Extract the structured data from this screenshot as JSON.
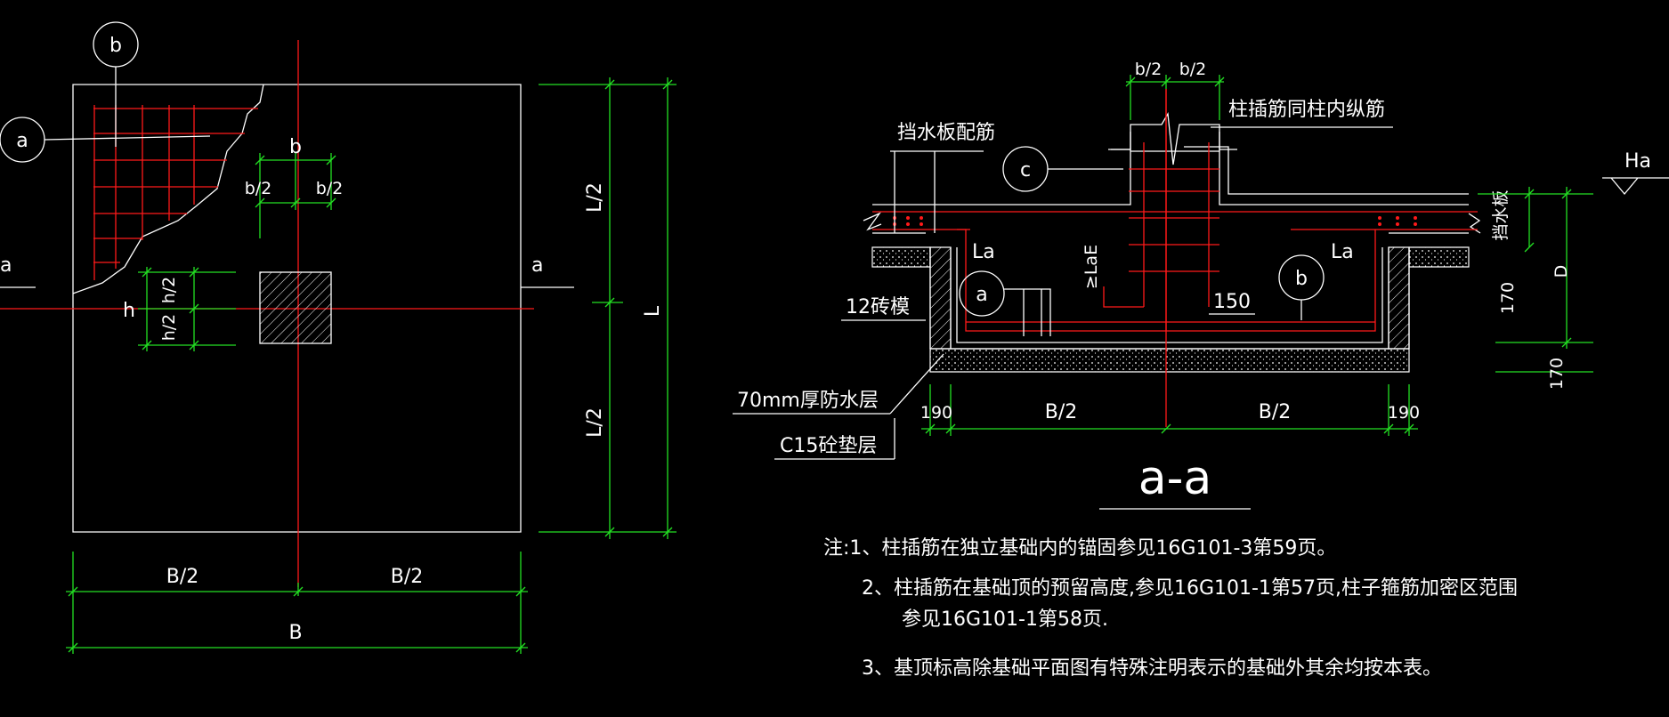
{
  "plan": {
    "callout_a": "a",
    "callout_b": "b",
    "section_mark_left": "a",
    "section_mark_right": "a",
    "dim_b": "b",
    "dim_b_half_left": "b/2",
    "dim_b_half_right": "b/2",
    "dim_h": "h",
    "dim_h_half_top": "h/2",
    "dim_h_half_bottom": "h/2",
    "dim_L": "L",
    "dim_L_half_top": "L/2",
    "dim_L_half_bottom": "L/2",
    "dim_B": "B",
    "dim_B_half_left": "B/2",
    "dim_B_half_right": "B/2"
  },
  "section": {
    "top_b_half_left": "b/2",
    "top_b_half_right": "b/2",
    "label_column_dowels": "柱插筋同柱内纵筋",
    "label_water_stop": "挡水板配筋",
    "callout_c": "c",
    "label_Ha": "Ha",
    "label_stop_plate": "挡水板",
    "dim_D": "D",
    "dim_170_a": "170",
    "dim_170_b": "170",
    "label_La_left": "La",
    "label_La_right": "La",
    "label_LaE": "≥LaE",
    "dim_150": "150",
    "callout_a": "a",
    "callout_b": "b",
    "label_brick": "12砖模",
    "label_waterproof": "70mm厚防水层",
    "label_c15": "C15砼垫层",
    "dim_190_left": "190",
    "dim_190_right": "190",
    "dim_B_half_left": "B/2",
    "dim_B_half_right": "B/2",
    "title": "a-a"
  },
  "notes": [
    "注:1、柱插筋在独立基础内的锚固参见16G101-3第59页。",
    "2、柱插筋在基础顶的预留高度,参见16G101-1第57页,柱子箍筋加密区范围",
    "参见16G101-1第58页.",
    "3、基顶标高除基础平面图有特殊注明表示的基础外其余均按本表。"
  ],
  "colors": {
    "background": "#000000",
    "outline": "#ffffff",
    "dimension": "#23e023",
    "rebar": "#ff1a1a"
  }
}
